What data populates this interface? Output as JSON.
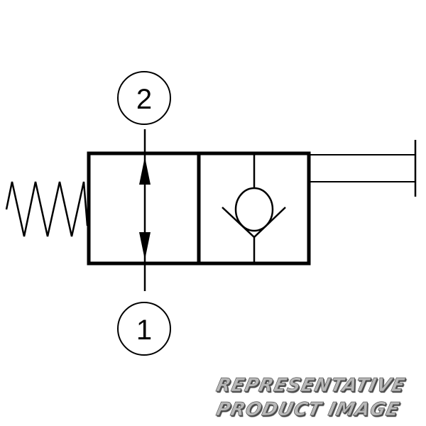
{
  "diagram": {
    "title": "2-position valve symbol",
    "ports": [
      {
        "id": "port-2",
        "label": "2"
      },
      {
        "id": "port-1",
        "label": "1"
      }
    ]
  },
  "watermark": {
    "line1": "REPRESENTATIVE",
    "line2": "PRODUCT IMAGE"
  }
}
